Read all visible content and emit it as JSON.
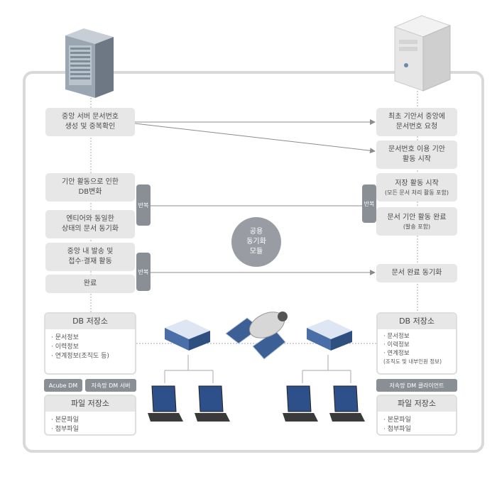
{
  "left_flow": {
    "step1": "중앙 서버 문서번호\n생성 및 중복확인",
    "step2": "기안 활동으로 인한\nDB변화",
    "step3": "엔티어와 동일한\n상태의 문서 동기화",
    "step4": "중앙 내 발송 및\n접수·결재 활동",
    "step5": "완료"
  },
  "right_flow": {
    "step1": "최초 기안서 중앙에\n문서번호 요청",
    "step2": "문서번호 이용 기안\n활동 시작",
    "step3_title": "저장 활동 시작",
    "step3_sub": "(모든 문서 처리 활동 포함)",
    "step4_title": "문서 기안 활동 완료",
    "step4_sub": "(발송 포함)",
    "step5": "문서 완료 동기화"
  },
  "repeat_label_left": "반복",
  "repeat_label_right": "반복",
  "repeat_label_left2": "반복",
  "hub_label": "공용\n동기화\n모듈",
  "left_db": {
    "title": "DB 저장소",
    "items": [
      "문서정보",
      "이력정보",
      "연계정보(조직도 등)"
    ]
  },
  "left_tags": [
    "Acube DM",
    "저속망 DM 서버"
  ],
  "left_files": {
    "title": "파일 저장소",
    "items": [
      "본문파일",
      "첨부파일"
    ]
  },
  "right_db": {
    "title": "DB 저장소",
    "items": [
      "문서정보",
      "이력정보",
      "연계정보"
    ],
    "sub": "(조직도 및 내부인원 정보)"
  },
  "right_tag": "저속망 DM 클라이언트",
  "right_files": {
    "title": "파일 저장소",
    "items": [
      "본문파일",
      "첨부파일"
    ]
  },
  "colors": {
    "box": "#e7e7e7",
    "tag": "#8a8f96",
    "frame": "#d9d9d9"
  }
}
